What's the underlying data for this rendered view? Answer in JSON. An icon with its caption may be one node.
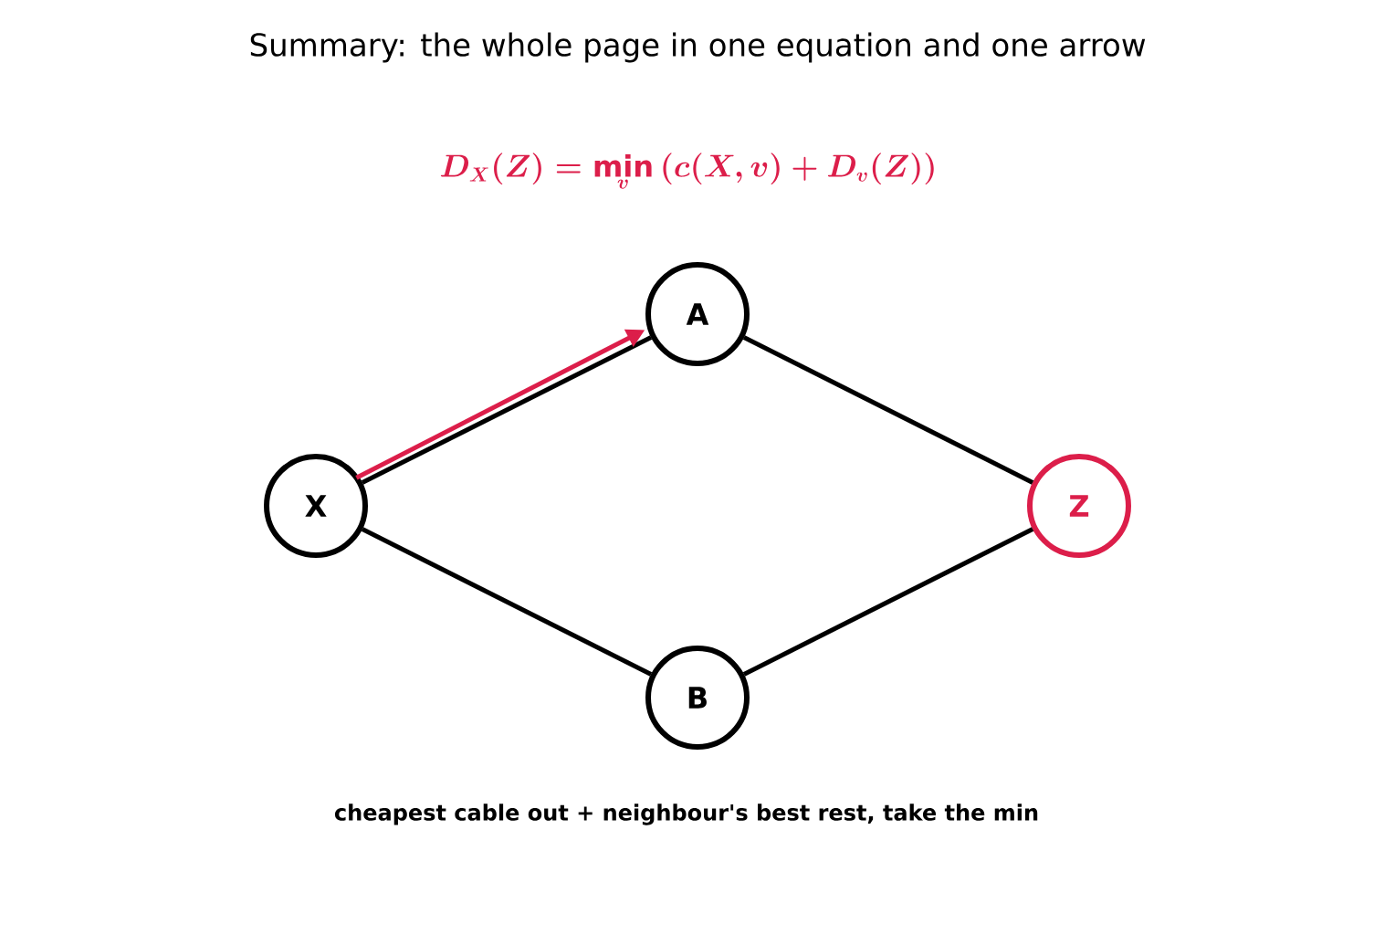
{
  "diagram": {
    "title": "Summary: the whole page in one equation and one arrow",
    "caption": "cheapest cable out + neighbour's best rest, take the min",
    "labels": [
      "D_{X}(Z) = \\min_{v} \\left( c(X, v) + D_{v}(Z) \\right)"
    ],
    "nodes": [
      {
        "text": [
          "X"
        ]
      },
      {
        "text": [
          "A"
        ]
      },
      {
        "text": [
          "B"
        ]
      },
      {
        "text": [
          "Z"
        ]
      }
    ],
    "edges": [
      {
        "from": 0,
        "to": 1,
        "arrow": "none"
      },
      {
        "from": 1,
        "to": 3,
        "arrow": "none"
      },
      {
        "from": 0,
        "to": 2,
        "arrow": "none"
      },
      {
        "from": 2,
        "to": 3,
        "arrow": "none"
      },
      {
        "from": 0,
        "to": 1,
        "arrow": "to",
        "color": "#dc1e4a"
      }
    ]
  }
}
